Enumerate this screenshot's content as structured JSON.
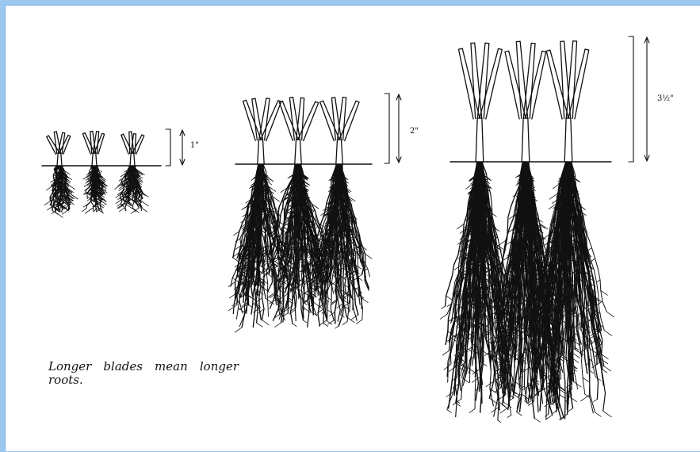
{
  "caption": "Longer blades mean longer roots.",
  "measurements": {
    "short": "1\"",
    "medium": "2\"",
    "tall": "3½\""
  },
  "colors": {
    "frame_border": "#9cc8f0",
    "ink": "#111111"
  }
}
